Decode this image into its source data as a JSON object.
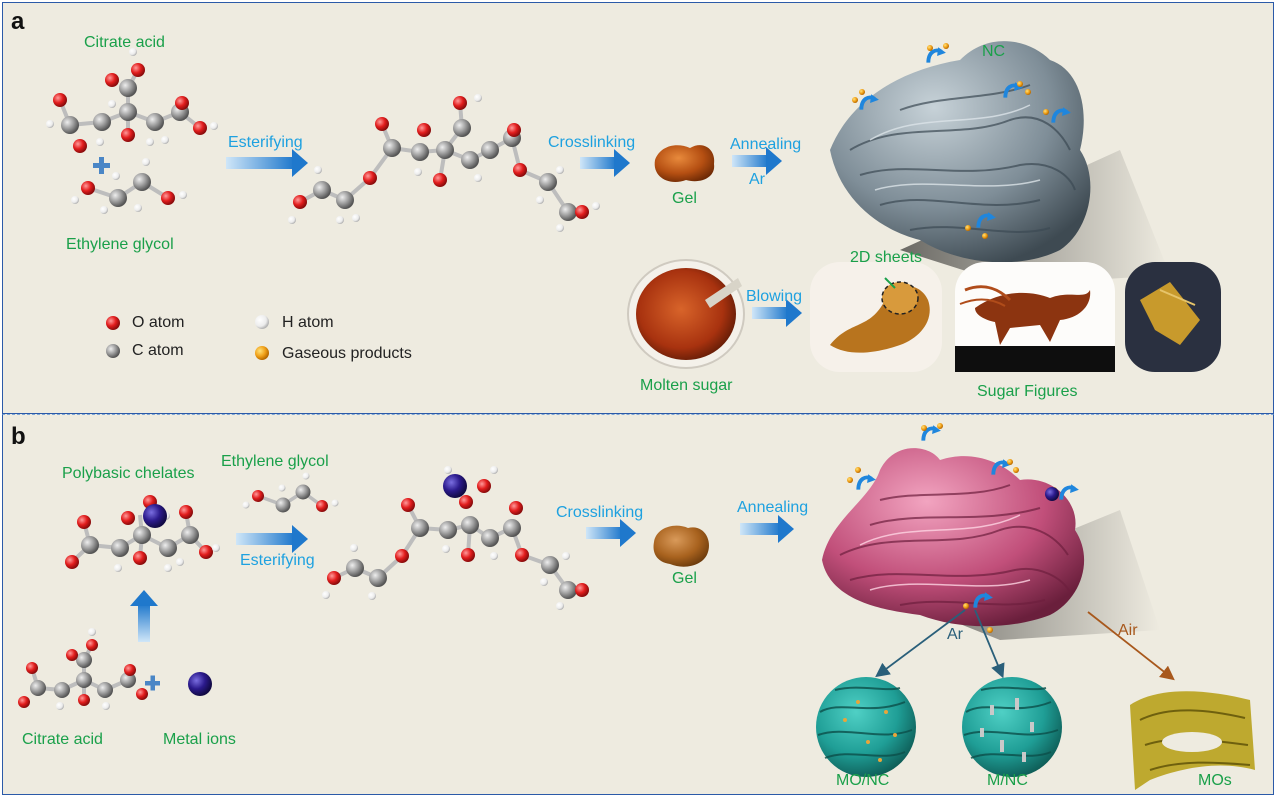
{
  "panel_a": {
    "label": "a",
    "citrate": "Citrate acid",
    "ethylene": "Ethylene glycol",
    "esterifying": "Esterifying",
    "crosslinking": "Crosslinking",
    "gel": "Gel",
    "annealing": "Annealing",
    "ar": "Ar",
    "nc": "NC",
    "sheets": "2D sheets",
    "blowing": "Blowing",
    "molten": "Molten sugar",
    "figures": "Sugar Figures",
    "legend": {
      "o_atom": "O atom",
      "c_atom": "C atom",
      "h_atom": "H atom",
      "gas": "Gaseous products"
    }
  },
  "panel_b": {
    "label": "b",
    "chelates": "Polybasic chelates",
    "ethylene": "Ethylene glycol",
    "esterifying": "Esterifying",
    "crosslinking": "Crosslinking",
    "gel": "Gel",
    "annealing": "Annealing",
    "citrate": "Citrate acid",
    "metal": "Metal ions",
    "ar": "Ar",
    "air": "Air",
    "mo_nc": "MO/NC",
    "m_nc": "M/NC",
    "mos": "MOs"
  },
  "colors": {
    "oxygen": "#e52222",
    "carbon": "#9a9a9a",
    "hydrogen": "#f4f4f4",
    "metal": "#2b1a8c",
    "nc_sheet": "#8c9aa4",
    "metal_sheet": "#c8557e",
    "teal": "#1f9e96",
    "gold": "#c9b21c",
    "arrow": "#2a8fd6",
    "label_green": "#1aa04a",
    "label_blue": "#1ea1e0"
  }
}
